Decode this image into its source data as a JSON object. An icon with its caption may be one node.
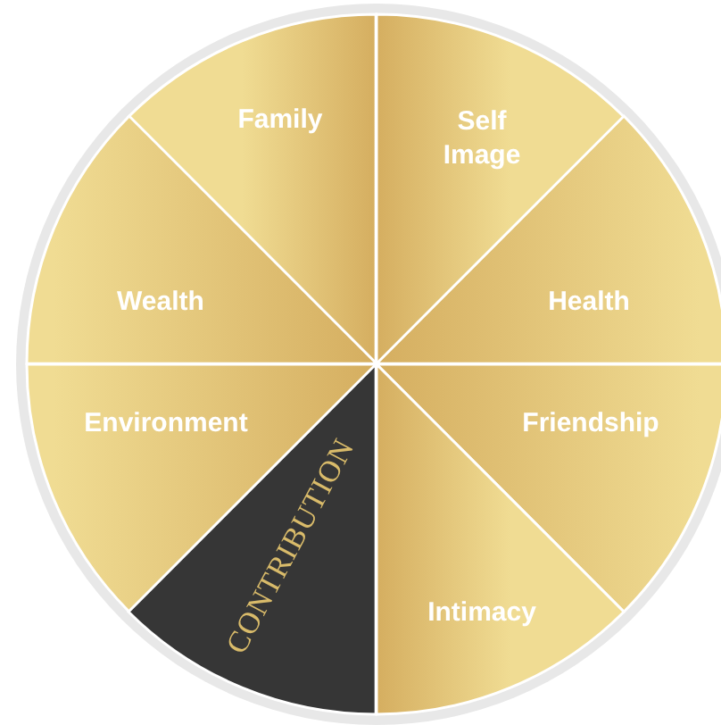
{
  "diagram": {
    "nodes": [
      {
        "text": [
          "Family"
        ]
      },
      {
        "text": [
          "Self Image"
        ]
      },
      {
        "text": [
          "Wealth"
        ]
      },
      {
        "text": [
          "Health"
        ]
      },
      {
        "text": [
          "Environment"
        ]
      },
      {
        "text": [
          "Friendship"
        ]
      },
      {
        "text": [
          "CONTRIBUTION"
        ]
      },
      {
        "text": [
          "Intimacy"
        ]
      }
    ]
  }
}
